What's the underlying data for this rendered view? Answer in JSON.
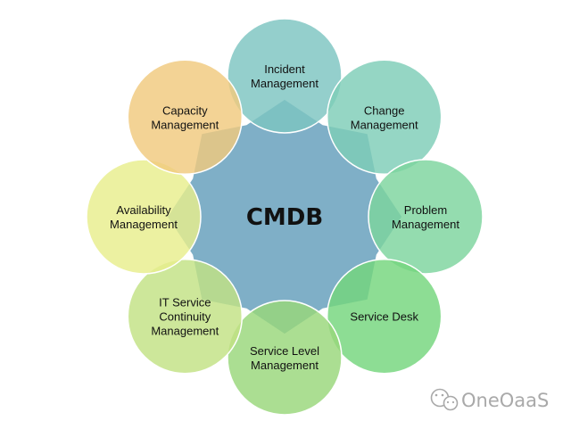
{
  "hub": {
    "label": "CMDB",
    "color": "#7FAFC7"
  },
  "nodes": [
    {
      "id": "incident",
      "lines": [
        "Incident",
        "Management"
      ],
      "color": "#7CC5C1"
    },
    {
      "id": "change",
      "lines": [
        "Change",
        "Management"
      ],
      "color": "#7ECDB7"
    },
    {
      "id": "problem",
      "lines": [
        "Problem",
        "Management"
      ],
      "color": "#7DD49E"
    },
    {
      "id": "service-desk",
      "lines": [
        "Service Desk"
      ],
      "color": "#74D57C"
    },
    {
      "id": "service-level",
      "lines": [
        "Service Level",
        "Management"
      ],
      "color": "#98D77A"
    },
    {
      "id": "it-continuity",
      "lines": [
        "IT Service",
        "Continuity",
        "Management"
      ],
      "color": "#C2E284"
    },
    {
      "id": "availability",
      "lines": [
        "Availability",
        "Management"
      ],
      "color": "#E8EE8C"
    },
    {
      "id": "capacity",
      "lines": [
        "Capacity",
        "Management"
      ],
      "color": "#F0C97E"
    }
  ],
  "watermark": {
    "icon": "wechat-icon",
    "text": "OneOaaS"
  }
}
